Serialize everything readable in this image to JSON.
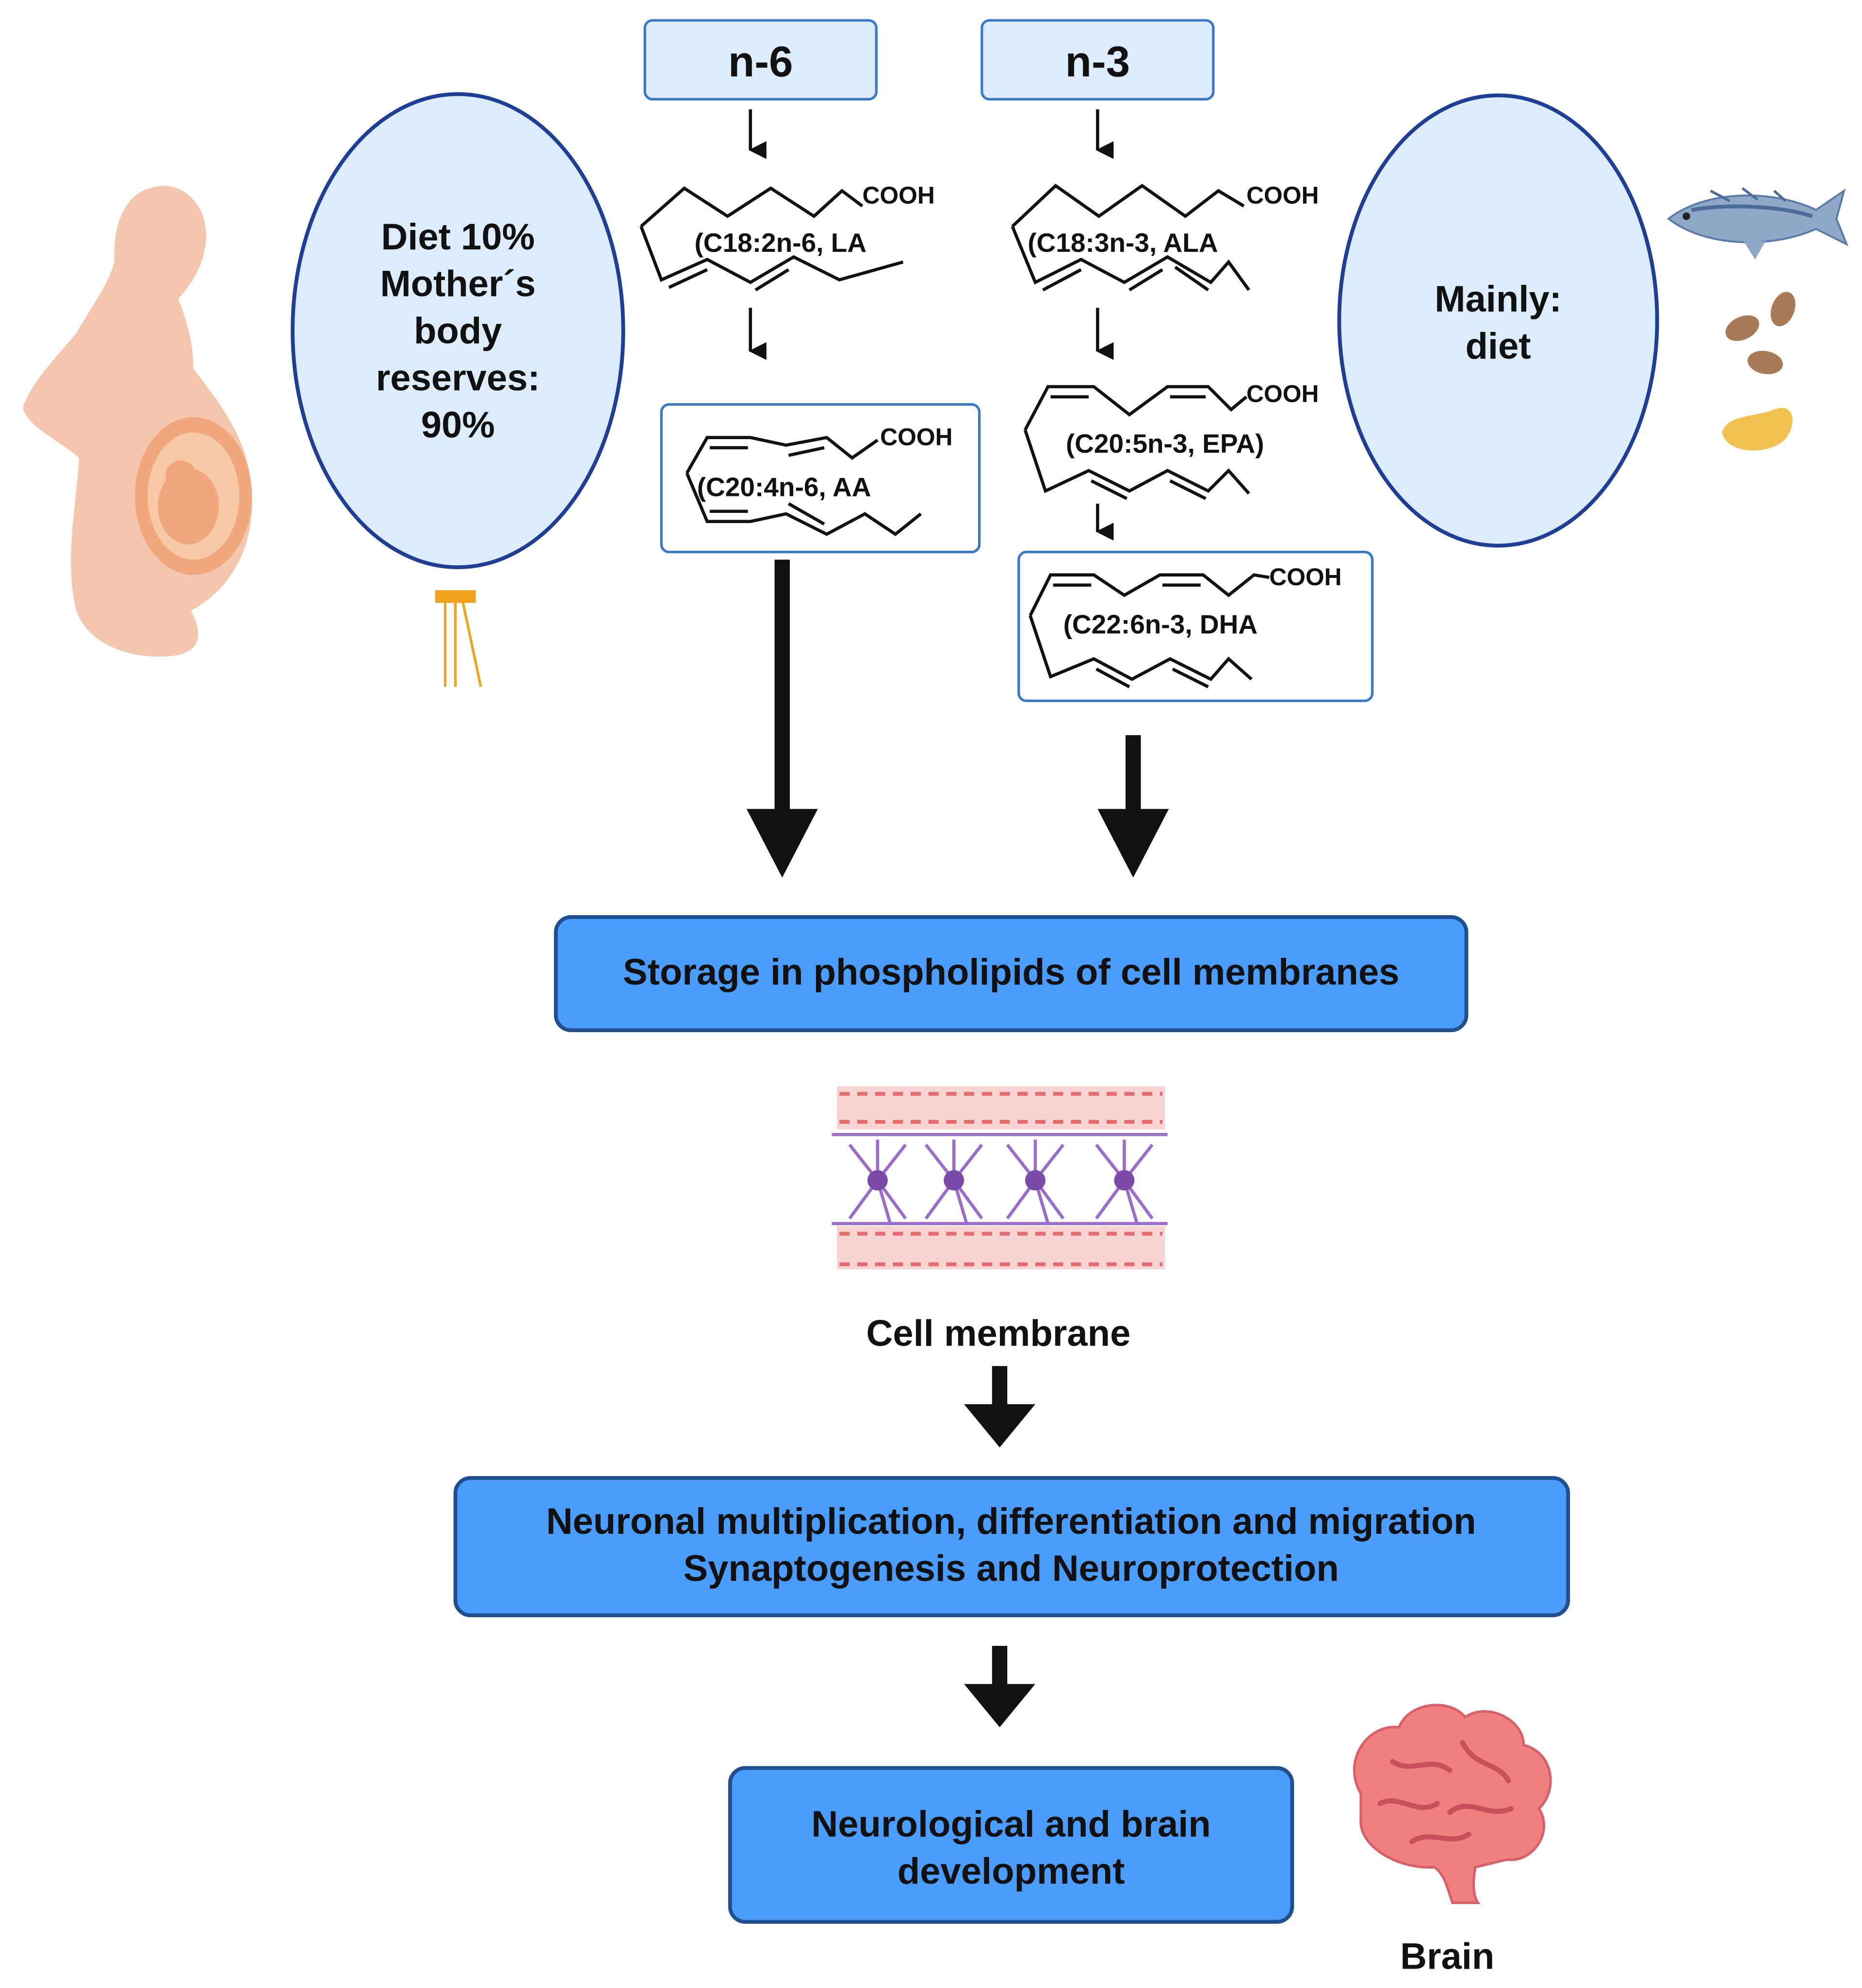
{
  "colors": {
    "light_box_fill": "#dcecfa",
    "light_box_stroke": "#3a78c8",
    "blue_box_fill": "#4a9dfc",
    "blue_box_stroke": "#1f4f8f",
    "ellipse_stroke": "#1f3f96",
    "silhouette": "#f3c6ad",
    "womb": "#f2a77c",
    "membrane_band": "#f8d4d2",
    "membrane_red": "#e66a6e",
    "membrane_purple": "#9b6cc9",
    "brain": "#f08080",
    "fish": "#8fa8c8",
    "nut": "#a87a56",
    "bean": "#f2c250",
    "placenta_icon": "#f1a21f"
  },
  "labels": {
    "n6": "n-6",
    "n3": "n-3",
    "la": "(C18:2n-6, LA",
    "ala": "(C18:3n-3, ALA",
    "aa": "(C20:4n-6, AA",
    "epa": "(C20:5n-3, EPA)",
    "dha": "(C22:6n-3, DHA",
    "cooh": "COOH"
  },
  "left_ellipse": {
    "lines": [
      "Diet 10%",
      "Mother´s",
      "body",
      "reserves:",
      "90%"
    ]
  },
  "right_ellipse": {
    "lines": [
      "Mainly:",
      "diet"
    ]
  },
  "boxes": {
    "storage": "Storage in phospholipids of cell membranes",
    "neuronal_line1": "Neuronal multiplication, differentiation and migration",
    "neuronal_line2": "Synaptogenesis and Neuroprotection",
    "neuro_line1": "Neurological and brain",
    "neuro_line2": "development"
  },
  "captions": {
    "cell_membrane": "Cell membrane",
    "brain": "Brain"
  },
  "icons": [
    "pregnant-woman-icon",
    "placenta-icon",
    "fish-icon",
    "nut-icon",
    "bean-icon",
    "cell-membrane-icon",
    "brain-icon"
  ]
}
